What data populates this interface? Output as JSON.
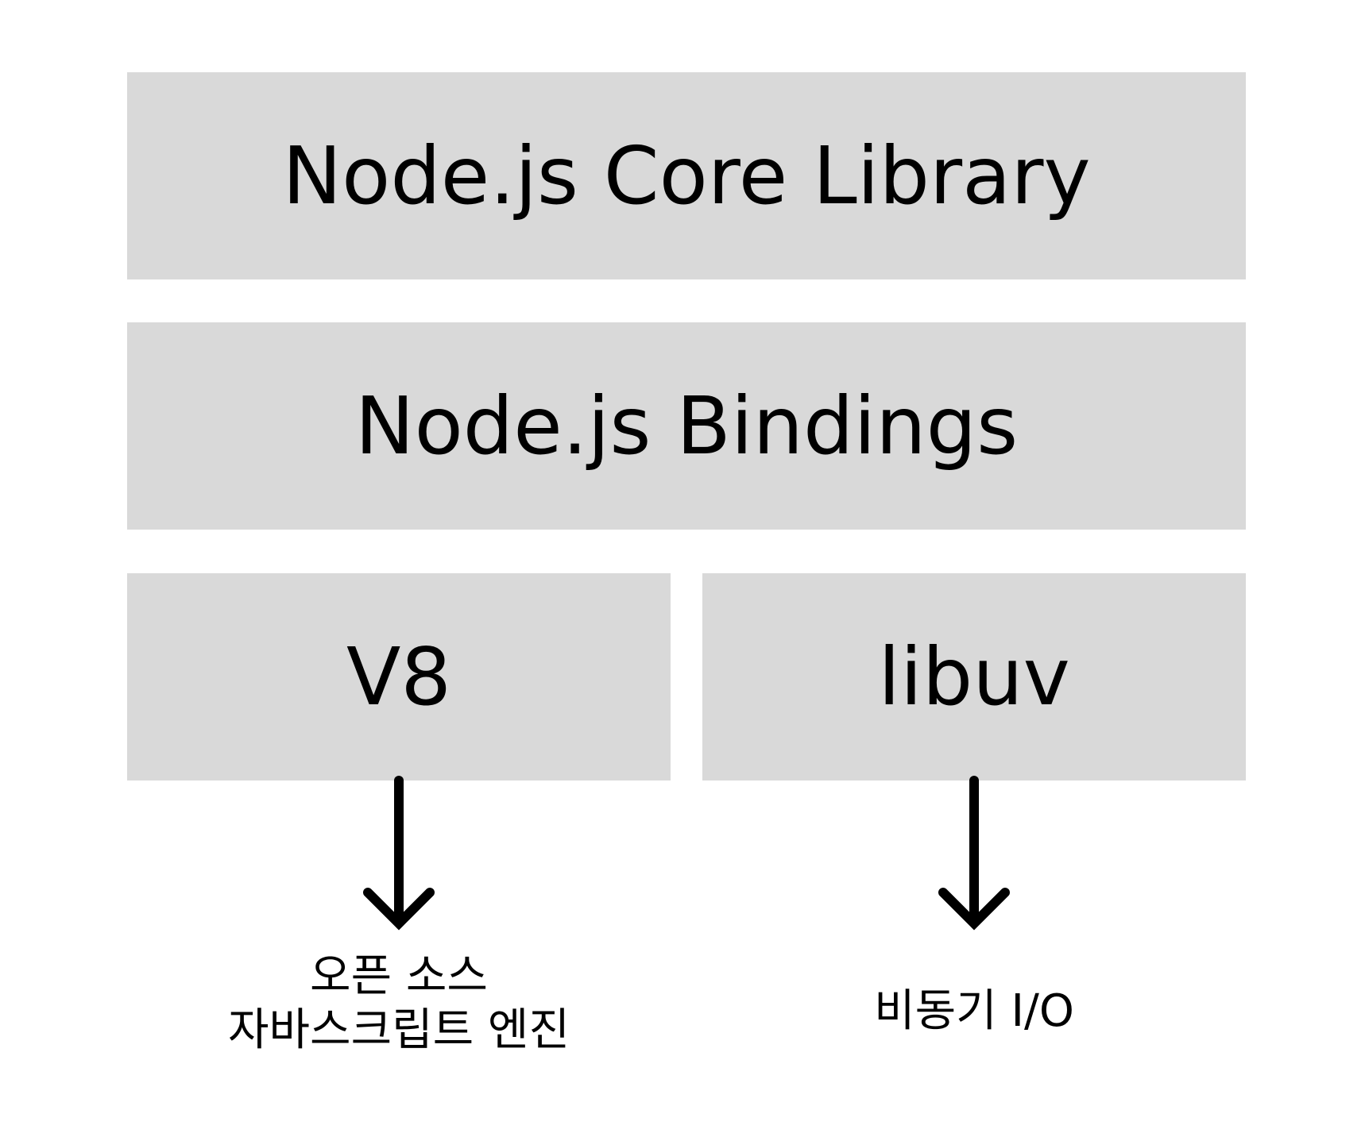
{
  "diagram": {
    "layers": {
      "core_library": "Node.js Core Library",
      "bindings": "Node.js Bindings",
      "v8": "V8",
      "libuv": "libuv"
    },
    "captions": {
      "v8_line1": "오픈 소스",
      "v8_line2": "자바스크립트 엔진",
      "libuv": "비동기 I/O"
    },
    "colors": {
      "box_fill": "#d9d9d9",
      "text": "#000000",
      "arrow": "#000000",
      "background": "#ffffff"
    }
  }
}
